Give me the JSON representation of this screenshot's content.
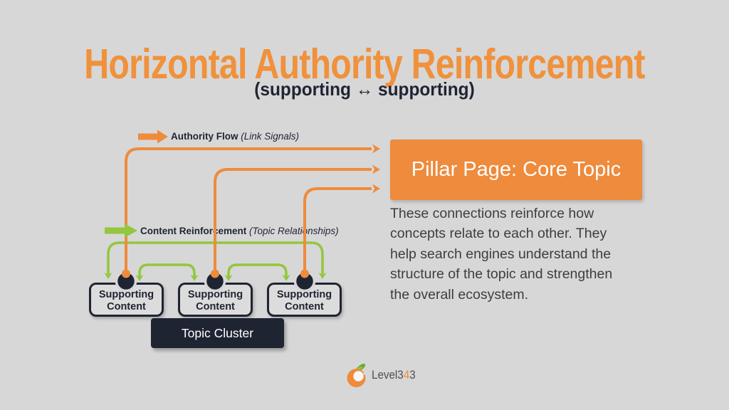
{
  "page": {
    "title": "Horizontal Authority Reinforcement",
    "subtitle": "(supporting ↔ supporting)"
  },
  "colors": {
    "background": "#D7D7D7",
    "orange": "#EF8B3C",
    "green": "#94C63E",
    "navy": "#1F2433",
    "body_text": "#3E3E3E",
    "logo_gray": "#4E4F53"
  },
  "legend": {
    "authority_flow": {
      "icon": "orange-right-arrow",
      "label": "Authority Flow",
      "detail": "(Link Signals)"
    },
    "content_reinforcement": {
      "icon": "green-right-arrow",
      "label": "Content Reinforcement",
      "detail": "(Topic Relationships)"
    }
  },
  "diagram": {
    "pillar_page": {
      "label": "Pillar Page: Core Topic"
    },
    "description_lines": [
      "These connections reinforce how",
      "concepts relate to each other. They",
      "help search engines understand the",
      "structure of the topic and strengthen",
      "the overall ecosystem."
    ],
    "supporting_boxes": [
      {
        "label": "Supporting Content"
      },
      {
        "label": "Supporting Content"
      },
      {
        "label": "Supporting Content"
      }
    ],
    "topic_cluster": {
      "label": "Topic Cluster"
    }
  },
  "footer": {
    "logo_mark": "level343-orange-leaf-mark",
    "logo_text_prefix": "Level3",
    "logo_text_accent": "4",
    "logo_text_suffix": "3"
  }
}
